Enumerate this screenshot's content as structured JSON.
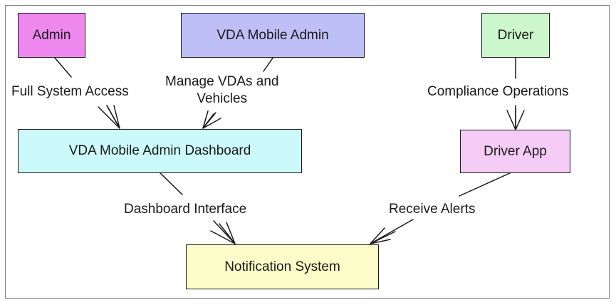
{
  "nodes": {
    "admin": {
      "label": "Admin",
      "fill": "#ee88ee"
    },
    "vda_mobile_admin": {
      "label": "VDA Mobile Admin",
      "fill": "#bfbff7"
    },
    "driver": {
      "label": "Driver",
      "fill": "#ccf7cc"
    },
    "dashboard": {
      "label": "VDA Mobile Admin Dashboard",
      "fill": "#ccfafa"
    },
    "driver_app": {
      "label": "Driver App",
      "fill": "#f5ccf5"
    },
    "notification_system": {
      "label": "Notification System",
      "fill": "#fcfcc8"
    }
  },
  "edges": {
    "admin_to_dashboard": {
      "label": "Full System Access"
    },
    "vda_admin_to_dashboard": {
      "line1": "Manage VDAs and",
      "line2": "Vehicles"
    },
    "driver_to_app": {
      "label": "Compliance Operations"
    },
    "dashboard_to_notifications": {
      "label": "Dashboard Interface"
    },
    "app_to_notifications": {
      "label": "Receive Alerts"
    }
  },
  "colors": {
    "stroke": "#1a1a1a",
    "frame_border": "#7f7f7f"
  }
}
